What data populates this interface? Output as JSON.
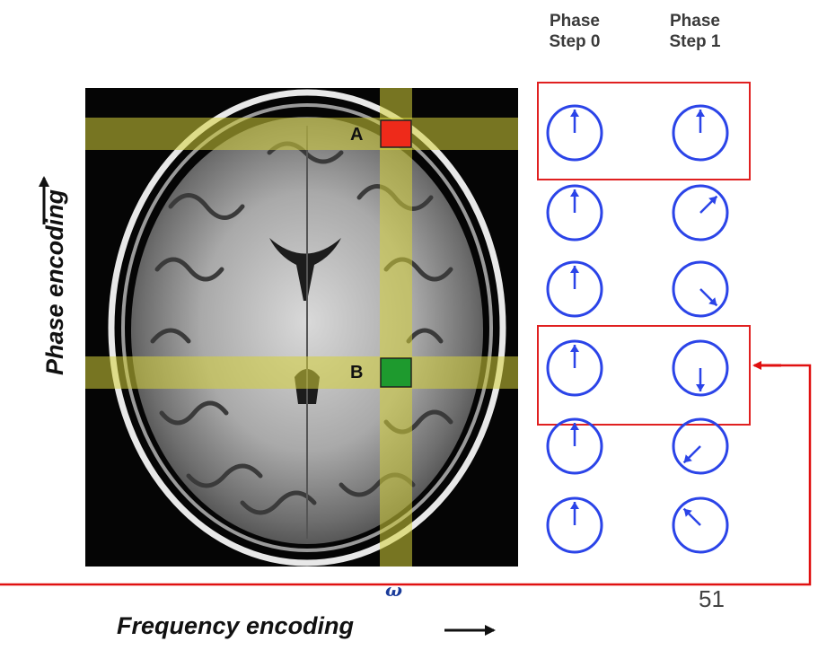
{
  "columns": {
    "step0": "Phase\nStep 0",
    "step1": "Phase\nStep 1"
  },
  "axis_labels": {
    "phase": "Phase encoding",
    "frequency": "Frequency encoding",
    "omega": "ω"
  },
  "markers": {
    "a": {
      "label": "A",
      "color": "#ee2a1a"
    },
    "b": {
      "label": "B",
      "color": "#1e9a2e"
    }
  },
  "page_number": "51",
  "colors": {
    "phasor": "#2b44e8",
    "highlight_box": "#e02020",
    "band": "#d6d23a",
    "arrow": "#e01010"
  },
  "phasors": {
    "step0_angles_deg": [
      0,
      0,
      0,
      0,
      0,
      0
    ],
    "step1_angles_deg": [
      0,
      45,
      135,
      180,
      225,
      315
    ]
  }
}
